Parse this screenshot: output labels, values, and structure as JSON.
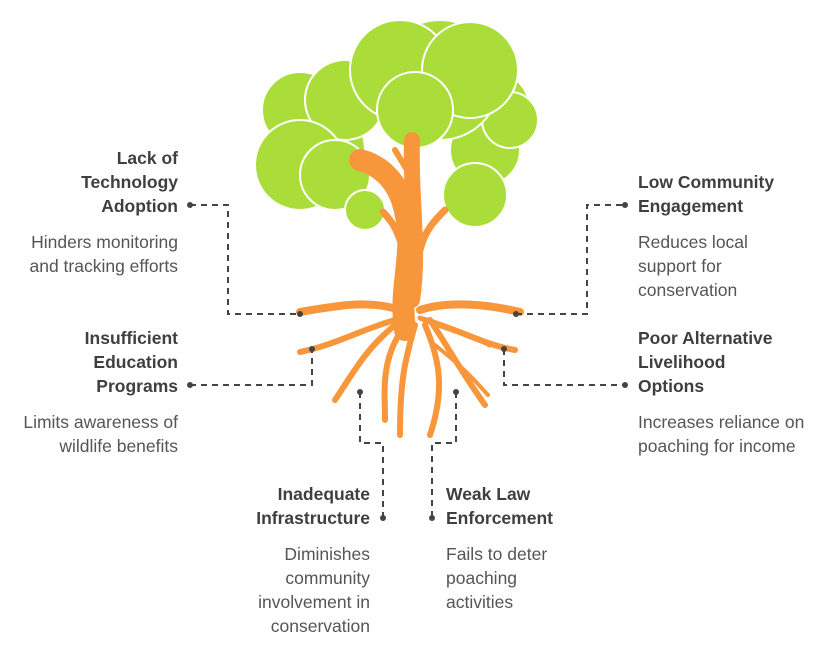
{
  "colors": {
    "foliage": "#aadd3a",
    "trunk": "#f7963a",
    "connector": "#444444"
  },
  "items": [
    {
      "title": "Lack of Technology Adoption",
      "desc": "Hinders monitoring and tracking efforts"
    },
    {
      "title": "Insufficient Education Programs",
      "desc": "Limits awareness of wildlife benefits"
    },
    {
      "title": "Inadequate Infrastructure",
      "desc": "Diminishes community involvement in conservation"
    },
    {
      "title": "Weak Law Enforcement",
      "desc": "Fails to deter poaching activities"
    },
    {
      "title": "Poor Alternative Livelihood Options",
      "desc": "Increases reliance on poaching for income"
    },
    {
      "title": "Low Community Engagement",
      "desc": "Reduces local support for conservation"
    }
  ]
}
